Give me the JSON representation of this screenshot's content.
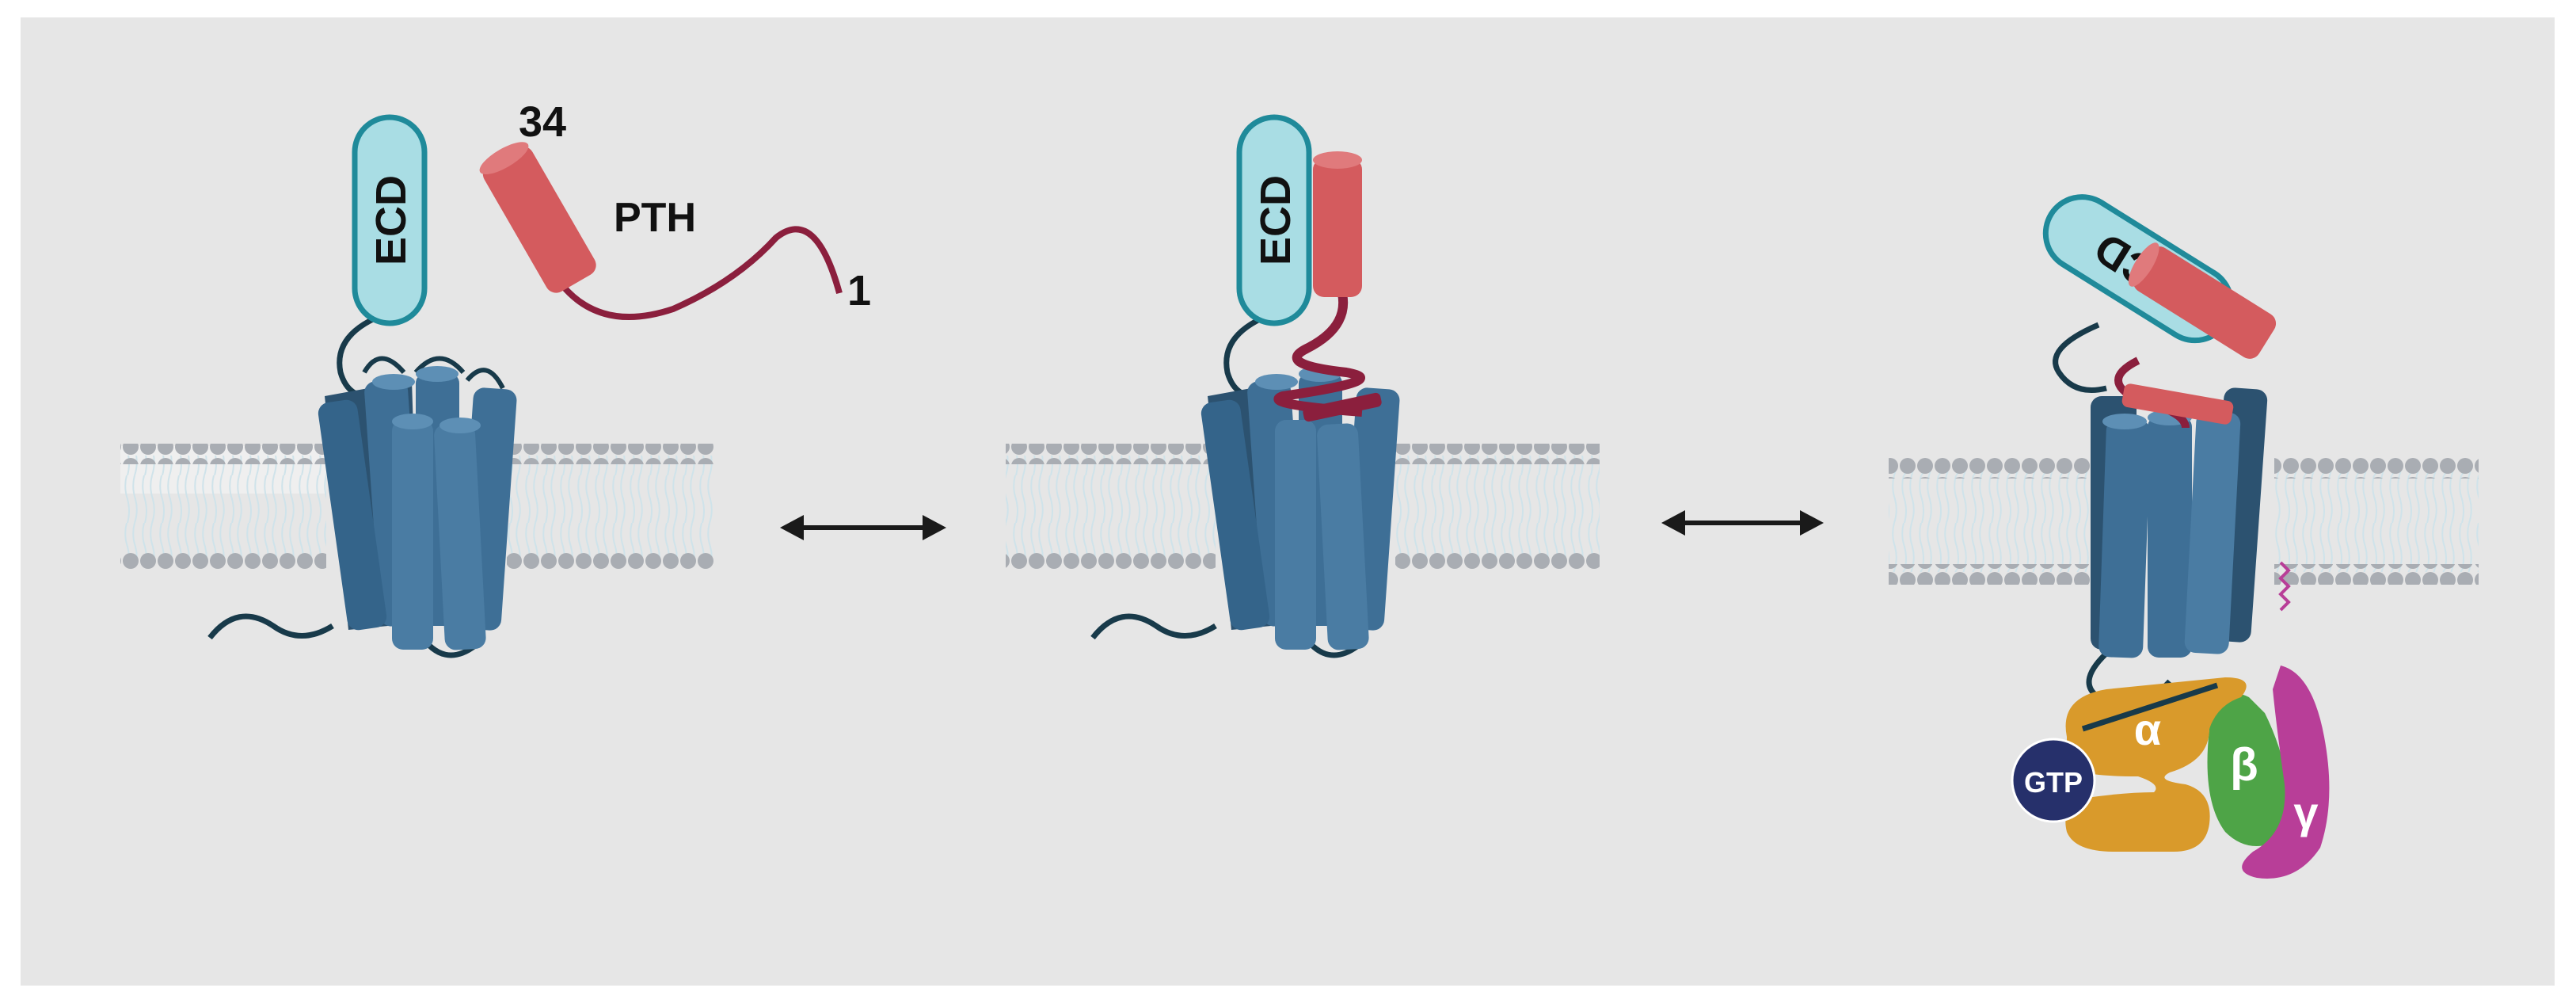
{
  "labels": {
    "ecd": "ECD",
    "ligand": "PTH",
    "ligand_residue_start": "34",
    "ligand_residue_end": "1",
    "g_alpha": "α",
    "g_beta": "β",
    "g_gamma": "γ",
    "gtp": "GTP"
  },
  "colors": {
    "background": "#e6e6e6",
    "tm_helix": "#3e6f96",
    "tm_helix_dark": "#2c5270",
    "ecd_fill": "#a9dde4",
    "ecd_stroke": "#1f8a9a",
    "pth_helix": "#d45b5e",
    "pth_chain": "#8b1f3d",
    "membrane_head": "#a9adb3",
    "membrane_tail": "#d4e8ef",
    "g_alpha": "#d99a2b",
    "g_beta": "#4ea447",
    "g_gamma": "#b83e98",
    "gtp": "#26306b",
    "arrow": "#1a1a1a"
  }
}
